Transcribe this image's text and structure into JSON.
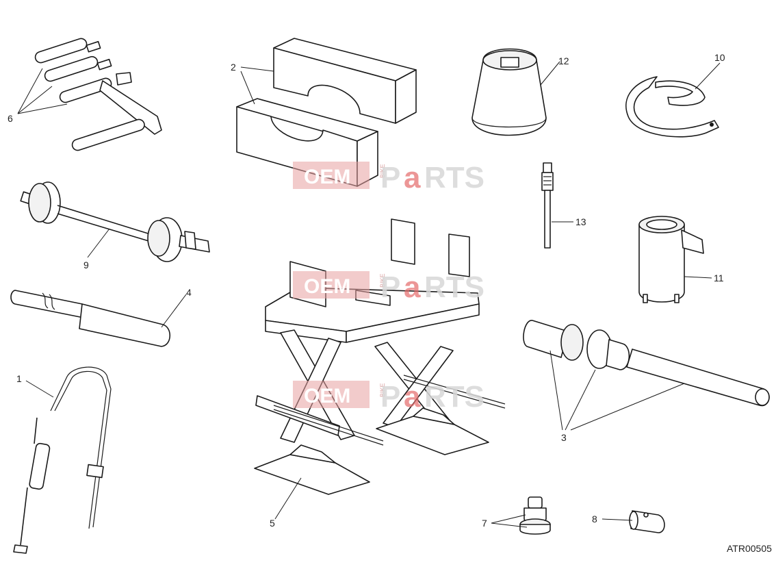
{
  "diagram": {
    "reference_code": "ATR00505",
    "callouts": [
      "1",
      "2",
      "3",
      "4",
      "5",
      "6",
      "7",
      "8",
      "9",
      "10",
      "11",
      "12",
      "13"
    ],
    "watermark": {
      "oem": "OEM",
      "bike": "BIKE",
      "parts_p": "P",
      "parts_a": "a",
      "parts_rts": "RTS"
    },
    "colors": {
      "line": "#1a1a1a",
      "watermark_red": "#e46a6a",
      "watermark_grey": "#d8d8d8"
    }
  }
}
